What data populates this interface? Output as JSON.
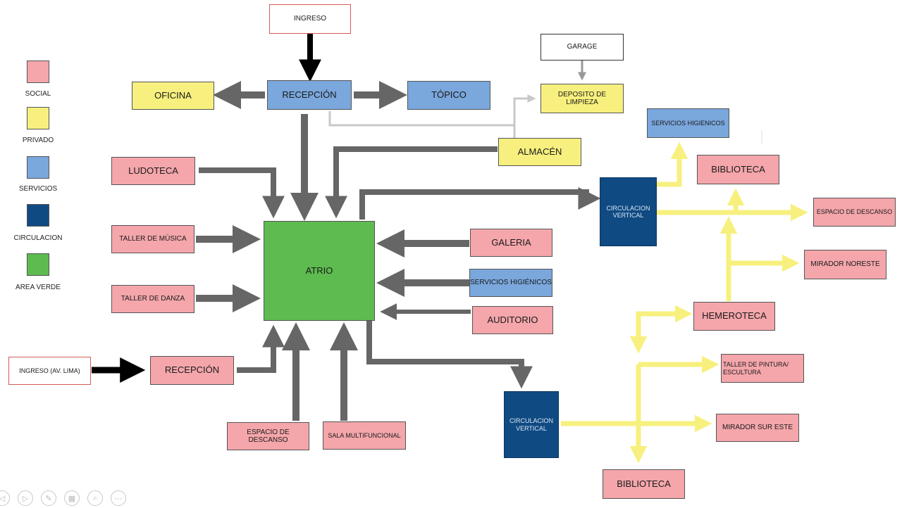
{
  "legend": {
    "social": "SOCIAL",
    "privado": "PRIVADO",
    "servicios": "SERVICIOS",
    "circulacion": "CIRCULACION",
    "area_verde": "AREA VERDE"
  },
  "colors": {
    "social": "#f4a6ab",
    "privado": "#f7f07e",
    "servicios": "#7aa7dc",
    "circulacion": "#0f4a83",
    "area_verde": "#5dbb4f",
    "flow_primary": "#666666",
    "flow_secondary": "#f7f07e",
    "flow_light": "#c8c8c8",
    "entry_arrow": "#000000"
  },
  "nodes": {
    "ingreso_top": "INGRESO",
    "garage": "GARAGE",
    "recepcion_top": "RECEPCIÓN",
    "oficina": "OFICINA",
    "topico": "TÓPICO",
    "deposito": "DEPOSITO DE LIMPIEZA",
    "almacen": "ALMACÉN",
    "servicios_higienicos_top": "SERVICIOS HIGIENICOS",
    "ludoteca": "LUDOTECA",
    "biblioteca_top": "BIBLIOTECA",
    "circulacion_vertical_top": "CIRCULACION VERTICAL",
    "espacio_descanso_right": "ESPACIO DE DESCANSO",
    "taller_musica": "TALLER DE MÚSICA",
    "atrio": "ATRIO",
    "galeria": "GALERIA",
    "mirador_noreste": "MIRADOR NORESTE",
    "servicios_higienicos_mid": "SERVICIOS HIGIÉNICOS",
    "taller_danza": "TALLER DE DANZA",
    "auditorio": "AUDITORIO",
    "hemeroteca": "HEMEROTECA",
    "ingreso_lima": "INGRESO (AV. LIMA)",
    "recepcion_bottom": "RECEPCIÓN",
    "taller_pintura": "TALLER DE PINTURA/ ESCULTURA",
    "circulacion_vertical_bottom": "CIRCULACION VERTICAL",
    "mirador_sur_este": "MIRADOR SUR ESTE",
    "espacio_descanso_bottom": "ESPACIO DE DESCANSO",
    "sala_multifuncional": "SALA MULTIFUNCIONAL",
    "biblioteca_bottom": "BIBLIOTECA"
  },
  "toolbar": {
    "icons": [
      "previous-icon",
      "next-icon",
      "pen-icon",
      "slides-icon",
      "zoom-icon",
      "more-icon"
    ]
  }
}
